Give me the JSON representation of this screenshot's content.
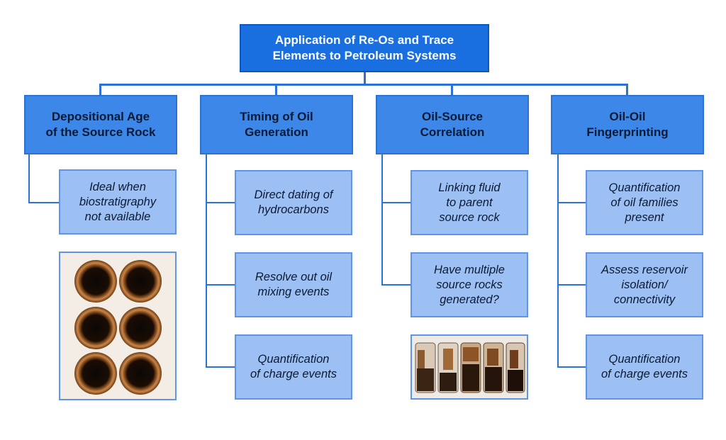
{
  "root": {
    "title": "Application of Re-Os and Trace\nElements to Petroleum Systems"
  },
  "categories": [
    {
      "label": "Depositional Age\nof the Source Rock",
      "items": [
        "Ideal when\nbiostratigraphy\nnot available"
      ]
    },
    {
      "label": "Timing of Oil\nGeneration",
      "items": [
        "Direct dating of\nhydrocarbons",
        "Resolve out oil\nmixing events",
        "Quantification\nof charge events"
      ]
    },
    {
      "label": "Oil-Source\nCorrelation",
      "items": [
        "Linking fluid\nto parent\nsource rock",
        "Have multiple\nsource rocks\ngenerated?"
      ]
    },
    {
      "label": "Oil-Oil\nFingerprinting",
      "items": [
        "Quantification\nof oil families\npresent",
        "Assess reservoir\nisolation/\nconnectivity",
        "Quantification\nof charge events"
      ]
    }
  ],
  "colors": {
    "root_fill": "#1a6fe0",
    "category_fill": "#3d87e8",
    "leaf_fill": "#9dc0f4",
    "connector": "#2a72d6"
  }
}
